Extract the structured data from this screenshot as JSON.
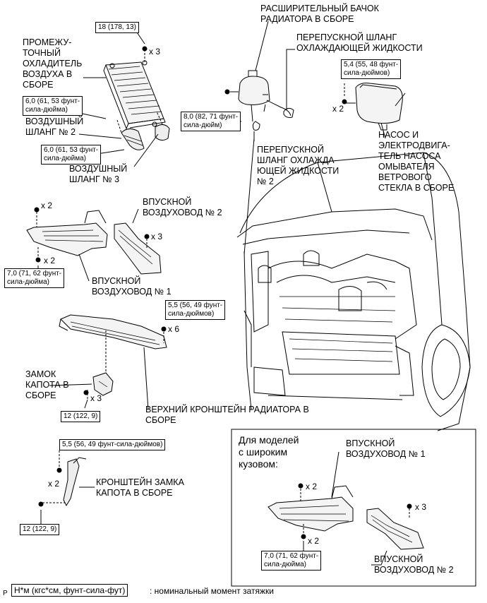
{
  "labels": {
    "intercooler": "ПРОМЕЖУ-\nТОЧНЫЙ\nОХЛАДИТЕЛЬ\nВОЗДУХА В\nСБОРЕ",
    "air_hose_2": "ВОЗДУШНЫЙ\nШЛАНГ № 2",
    "air_hose_3": "ВОЗДУШНЫЙ\nШЛАНГ № 3",
    "reservoir_tank": "РАСШИРИТЕЛЬНЫЙ БАЧОК\nРАДИАТОРА В СБОРЕ",
    "bypass_hose_1": "ПЕРЕПУСКНОЙ ШЛАНГ\nОХЛАЖДАЮЩЕЙ ЖИДКОСТИ",
    "bypass_hose_2": "ПЕРЕПУСКНОЙ\nШЛАНГ ОХЛАЖДА-\nЮЩЕЙ ЖИДКОСТИ\n№ 2",
    "washer_pump": "НАСОС И\nЭЛЕКТРОДВИГА-\nТЕЛЬ НАСОСА\nОМЫВАТЕЛЯ\nВЕТРОВОГО\nСТЕКЛА В СБОРЕ",
    "air_intake_2": "ВПУСКНОЙ\nВОЗДУХОВОД № 2",
    "air_intake_1": "ВПУСКНОЙ\nВОЗДУХОВОД № 1",
    "hood_lock": "ЗАМОК\nКАПОТА В\nСБОРЕ",
    "radiator_support": "ВЕРХНИЙ КРОНШТЕЙН РАДИАТОРА В\nСБОРЕ",
    "hood_lock_bracket": "КРОНШТЕЙН ЗАМКА\nКАПОТА В СБОРЕ",
    "wide_body": "Для моделей\nс широким\nкузовом:",
    "inset_air_intake_1": "ВПУСКНОЙ\nВОЗДУХОВОД № 1",
    "inset_air_intake_2": "ВПУСКНОЙ\nВОЗДУХОВОД № 2"
  },
  "torque": {
    "intercooler": "18 (178, 13)",
    "hose2": "6,0 (61, 53 фунт-\nсила-дюйма)",
    "hose3": "6,0 (61, 53 фунт-\nсила-дюйма)",
    "reservoir": "8,0 (82, 71 фунт-\nсила-дюйм)",
    "washer": "5,4 (55, 48 фунт-\nсила-дюймов)",
    "duct1": "7,0 (71, 62 фунт-\nсила-дюйма)",
    "support": "5,5 (56, 49 фунт-\nсила-дюймов)",
    "hood_lock": "12 (122, 9)",
    "bracket": "5,5 (56, 49 фунт-сила-дюймов)",
    "bracket_lower": "12 (122, 9)",
    "inset_duct1": "7,0 (71, 62 фунт-\nсила-дюйма)"
  },
  "qty": {
    "intercooler": "x 3",
    "washer": "x 2",
    "duct1_top": "x 2",
    "duct1_bottom": "x 2",
    "duct2": "x 3",
    "support": "x 6",
    "hood_lock": "x 3",
    "bracket": "x 2",
    "inset_duct1_top": "x 2",
    "inset_duct1_bottom": "x 2",
    "inset_duct2": "x 3"
  },
  "legend": {
    "corner": "P",
    "unit": "Н*м (кгс*см, фунт-сила-фут)",
    "description": ": номинальный момент затяжки"
  }
}
